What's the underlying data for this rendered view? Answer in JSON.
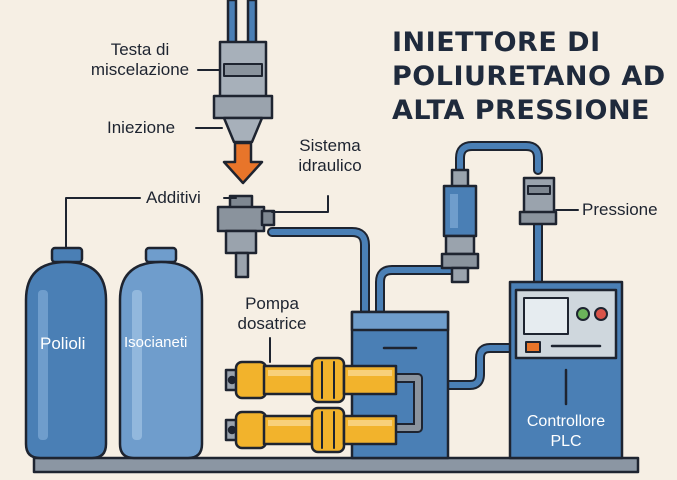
{
  "title": {
    "line1": "INIETTORE DI",
    "line2": "POLIURETANO AD",
    "line3": "ALTA PRESSIONE"
  },
  "labels": {
    "mixing_head_line1": "Testa di",
    "mixing_head_line2": "miscelazione",
    "injection": "Iniezione",
    "hydraulic_line1": "Sistema",
    "hydraulic_line2": "idraulico",
    "additives": "Additivi",
    "pressure": "Pressione",
    "pump_line1": "Pompa",
    "pump_line2": "dosatrice",
    "polyols": "Polioli",
    "isocyanates": "Isocianeti",
    "plc_line1": "Controllore",
    "plc_line2": "PLC"
  },
  "colors": {
    "background": "#f6efe4",
    "tank_blue": "#4a7fb5",
    "tank_blue_light": "#6f9dcc",
    "pump_yellow": "#f2b32c",
    "injection_arrow": "#e8752a",
    "outline": "#1e2430",
    "metal_gray": "#9aa3ad",
    "plc_body": "#4a7fb5",
    "plc_screen": "#cfd7dd"
  },
  "icons": {
    "mixing_head": "mixing-head-icon",
    "injection_arrow": "arrow-down-icon",
    "tank": "gas-cylinder-icon",
    "pump": "dosing-pump-icon",
    "valve": "valve-icon",
    "plc": "control-panel-icon"
  }
}
